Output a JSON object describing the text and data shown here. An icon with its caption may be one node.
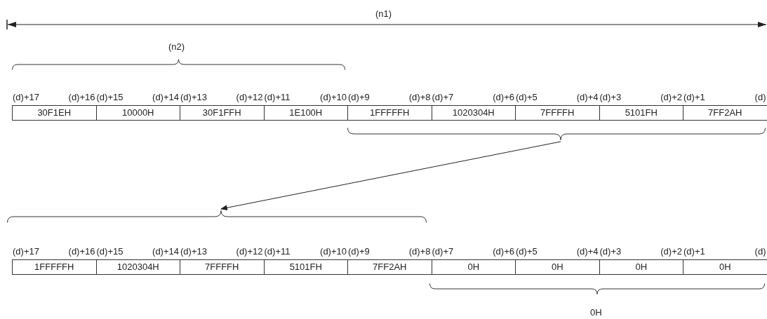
{
  "diagram": {
    "nodes": [
      {
        "text": [
          "30F1EH"
        ],
        "beside": [
          "(d)+17",
          "(d)+16"
        ]
      },
      {
        "text": [
          "10000H"
        ],
        "beside": [
          "(d)+15",
          "(d)+14"
        ]
      },
      {
        "text": [
          "30F1FFH"
        ],
        "beside": [
          "(d)+13",
          "(d)+12"
        ]
      },
      {
        "text": [
          "1E100H"
        ],
        "beside": [
          "(d)+11",
          "(d)+10"
        ]
      },
      {
        "text": [
          "1FFFFFH"
        ],
        "beside": [
          "(d)+9",
          "(d)+8"
        ]
      },
      {
        "text": [
          "1020304H"
        ],
        "beside": [
          "(d)+7",
          "(d)+6"
        ]
      },
      {
        "text": [
          "7FFFFH"
        ],
        "beside": [
          "(d)+5",
          "(d)+4"
        ]
      },
      {
        "text": [
          "5101FH"
        ],
        "beside": [
          "(d)+3",
          "(d)+2"
        ]
      },
      {
        "text": [
          "7FF2AH"
        ],
        "beside": [
          "(d)+1",
          "(d)"
        ]
      },
      {
        "text": [],
        "shape": "brace"
      },
      {
        "text": [],
        "shape": "brace"
      },
      {
        "text": [
          "1FFFFFH"
        ],
        "beside": [
          "(d)+17",
          "(d)+16"
        ]
      },
      {
        "text": [
          "1020304H"
        ],
        "beside": [
          "(d)+15",
          "(d)+14"
        ]
      },
      {
        "text": [
          "7FFFFH"
        ],
        "beside": [
          "(d)+13",
          "(d)+12"
        ]
      },
      {
        "text": [
          "5101FH"
        ],
        "beside": [
          "(d)+11",
          "(d)+10"
        ]
      },
      {
        "text": [
          "7FF2AH"
        ],
        "beside": [
          "(d)+9",
          "(d)+8"
        ]
      },
      {
        "text": [
          "0H"
        ],
        "beside": [
          "(d)+7",
          "(d)+6"
        ]
      },
      {
        "text": [
          "0H"
        ],
        "beside": [
          "(d)+5",
          "(d)+4"
        ]
      },
      {
        "text": [
          "0H"
        ],
        "beside": [
          "(d)+3",
          "(d)+2"
        ]
      },
      {
        "text": [
          "0H"
        ],
        "beside": [
          "(d)+1",
          "(d)"
        ]
      }
    ],
    "edges": [
      {
        "from": 9,
        "to": 10,
        "arrow": "to"
      }
    ],
    "labels": [
      "(n1)",
      "(n2)",
      "0H"
    ]
  }
}
